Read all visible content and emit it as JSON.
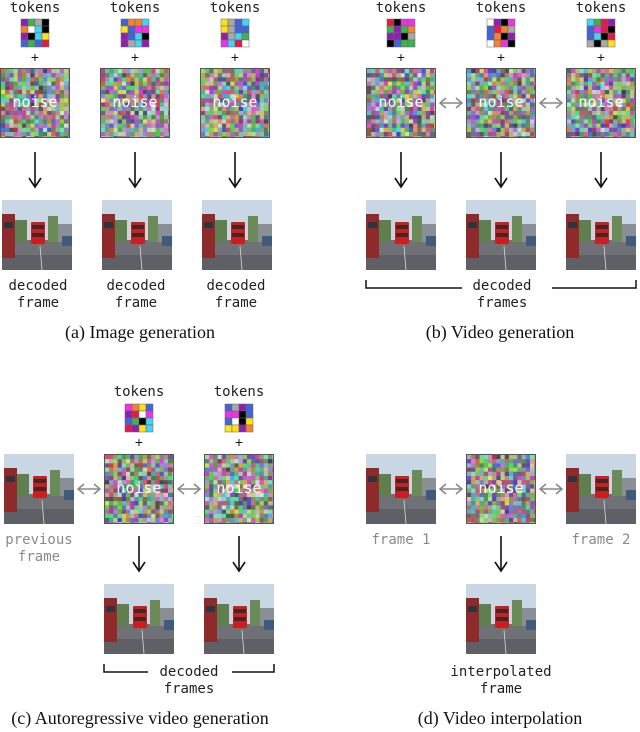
{
  "panels": {
    "a": {
      "caption": "(a) Image generation",
      "decoded_label": "decoded\nframe"
    },
    "b": {
      "caption": "(b) Video generation",
      "decoded_label": "decoded\nframes"
    },
    "c": {
      "caption": "(c) Autoregressive video generation",
      "decoded_label": "decoded\nframes",
      "previous_label": "previous\nframe"
    },
    "d": {
      "caption": "(d) Video interpolation",
      "frame1_label": "frame 1",
      "frame2_label": "frame 2",
      "output_label": "interpolated\nframe"
    }
  },
  "tokens_label": "tokens",
  "plus_sign": "+",
  "noise_label": "noise",
  "colors": {
    "arrow": "#111111",
    "bidirectional_arrow": "#888888",
    "token_palette": [
      "#e6194b",
      "#f58231",
      "#ffe119",
      "#3cb44b",
      "#4363d8",
      "#911eb4",
      "#f032e6",
      "#42d4f4",
      "#000000",
      "#ffffff",
      "#a9a9a9"
    ]
  }
}
